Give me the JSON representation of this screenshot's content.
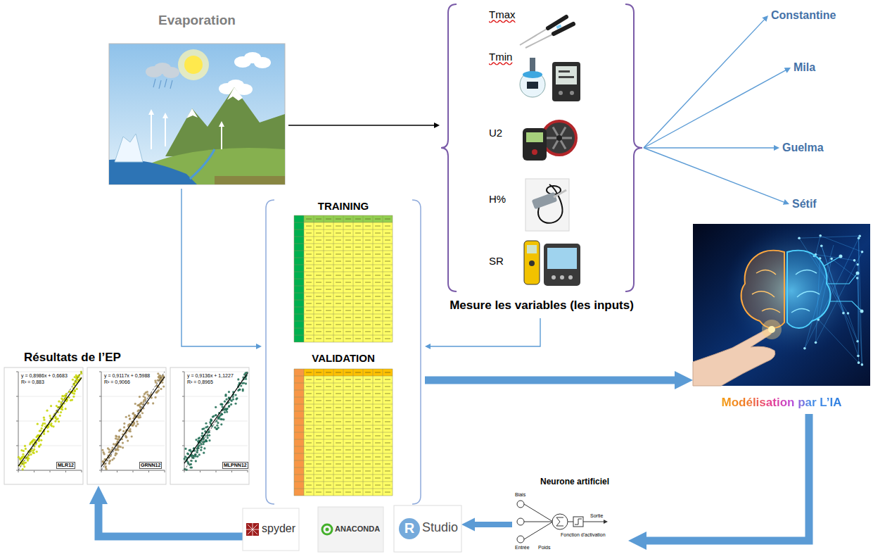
{
  "diagram": {
    "nodes": [
      {
        "text": [
          "Evaporation"
        ]
      },
      {
        "text": [
          "Mesure les variables (les inputs)"
        ]
      },
      {
        "text": [
          "Tmax"
        ],
        "in": 1
      },
      {
        "text": [
          "Tmin"
        ],
        "in": 1
      },
      {
        "text": [
          "U2"
        ],
        "in": 1
      },
      {
        "text": [
          "H%"
        ],
        "in": 1
      },
      {
        "text": [
          "SR"
        ],
        "in": 1
      },
      {
        "text": [
          "Constantine"
        ]
      },
      {
        "text": [
          "Mila"
        ]
      },
      {
        "text": [
          "Guelma"
        ]
      },
      {
        "text": [
          "Sétif"
        ]
      },
      {
        "text": []
      },
      {
        "text": [
          "TRAINING"
        ],
        "in": 11
      },
      {
        "text": [
          "VALIDATION"
        ],
        "in": 11
      },
      {
        "text": [
          "Modélisation par L’IA"
        ]
      },
      {
        "text": [
          "Neurone artificiel"
        ]
      },
      {
        "text": [
          "R",
          "Studio"
        ]
      },
      {
        "text": [
          "ANACONDA"
        ]
      },
      {
        "text": [
          "spyder"
        ]
      },
      {
        "text": [
          "Résultats de l’EP"
        ]
      }
    ],
    "edges": [
      {
        "from": 0,
        "to": 1,
        "arrow": "to"
      },
      {
        "from": 1,
        "to": 7,
        "arrow": "to"
      },
      {
        "from": 1,
        "to": 8,
        "arrow": "to"
      },
      {
        "from": 1,
        "to": 9,
        "arrow": "to"
      },
      {
        "from": 1,
        "to": 10,
        "arrow": "to"
      },
      {
        "from": 0,
        "to": 11,
        "arrow": "to"
      },
      {
        "from": 1,
        "to": 11,
        "arrow": "to"
      },
      {
        "from": 11,
        "to": 14,
        "arrow": "to"
      },
      {
        "from": 14,
        "to": 15,
        "arrow": "to"
      },
      {
        "from": 15,
        "to": 16,
        "arrow": "to"
      },
      {
        "from": 18,
        "to": 19,
        "arrow": "to"
      }
    ],
    "labels": [
      "y = 0,8986x + 0,6683",
      "R² = 0,883",
      "MLR12",
      "y = 0,9117x + 0,5988",
      "R² = 0,9066",
      "GRNN12",
      "y = 0,9136x + 1,1227",
      "R² = 0,8965",
      "MLPNN12",
      "Biais",
      "Entrée",
      "Poids",
      "Fonction d'activation",
      "Sortie"
    ]
  }
}
